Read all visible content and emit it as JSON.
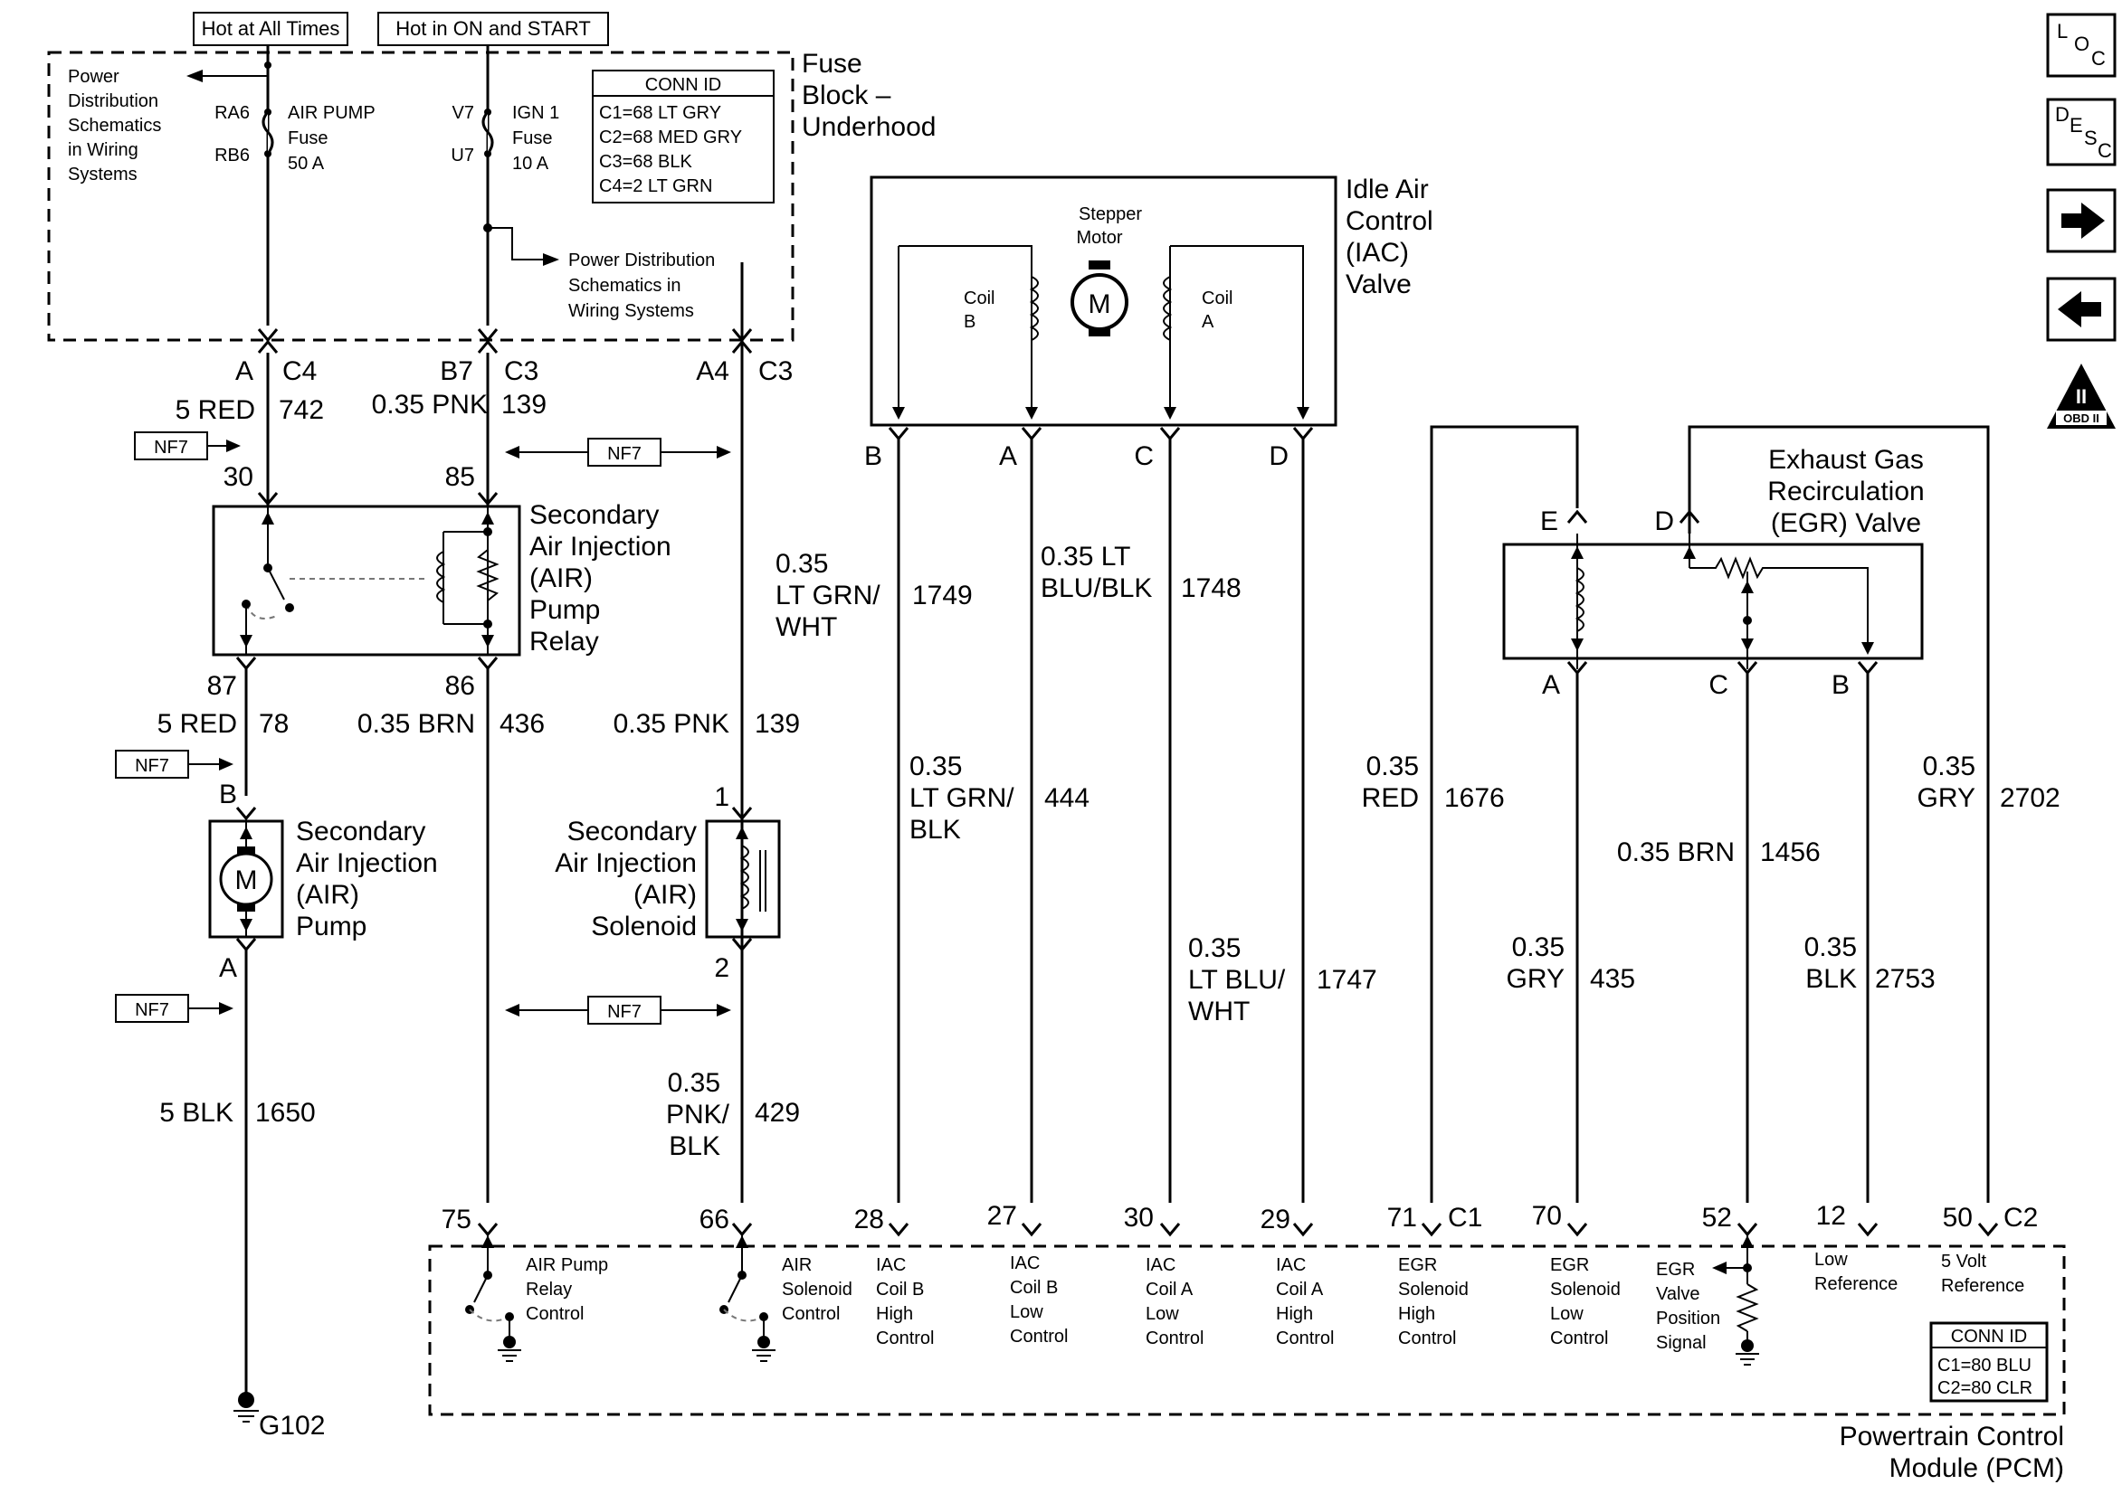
{
  "header": {
    "hot_at_all_times": "Hot at All Times",
    "hot_in_on_start": "Hot in ON and START"
  },
  "fuse_block": {
    "title_1": "Fuse",
    "title_2": "Block –",
    "title_3": "Underhood",
    "power_dist_left": [
      "Power",
      "Distribution",
      "Schematics",
      "in Wiring",
      "Systems"
    ],
    "power_dist_right": [
      "Power Distribution",
      "Schematics in",
      "Wiring Systems"
    ],
    "ra6": "RA6",
    "rb6": "RB6",
    "air_pump_fuse": [
      "AIR PUMP",
      "Fuse",
      "50 A"
    ],
    "v7": "V7",
    "u7": "U7",
    "ign1_fuse": [
      "IGN 1",
      "Fuse",
      "10 A"
    ],
    "conn_id": {
      "title": "CONN ID",
      "rows": [
        "C1=68 LT GRY",
        "C2=68 MED GRY",
        "C3=68 BLK",
        "C4=2 LT GRN"
      ]
    },
    "pins": {
      "a": "A",
      "c4": "C4",
      "b7": "B7",
      "c3a": "C3",
      "a4": "A4",
      "c3b": "C3"
    }
  },
  "wires": {
    "w742": {
      "gauge": "5 RED",
      "num": "742"
    },
    "w139a": {
      "gauge": "0.35 PNK",
      "num": "139"
    },
    "w78": {
      "gauge": "5 RED",
      "num": "78"
    },
    "w436": {
      "gauge": "0.35 BRN",
      "num": "436"
    },
    "w139b": {
      "gauge": "0.35 PNK",
      "num": "139"
    },
    "w1650": {
      "gauge": "5 BLK",
      "num": "1650"
    },
    "w429": {
      "gauge": [
        "0.35",
        "PNK/",
        "BLK"
      ],
      "num": "429"
    },
    "w1749": {
      "gauge": [
        "0.35",
        "LT GRN/",
        "WHT"
      ],
      "num": "1749"
    },
    "w1748": {
      "gauge": [
        "0.35 LT",
        "BLU/BLK"
      ],
      "num": "1748"
    },
    "w444": {
      "gauge": [
        "0.35",
        "LT GRN/",
        "BLK"
      ],
      "num": "444"
    },
    "w1747": {
      "gauge": [
        "0.35",
        "LT BLU/",
        "WHT"
      ],
      "num": "1747"
    },
    "w1676": {
      "gauge": [
        "0.35",
        "RED"
      ],
      "num": "1676"
    },
    "w1456": {
      "gauge": "0.35 BRN",
      "num": "1456"
    },
    "w435": {
      "gauge": [
        "0.35",
        "GRY"
      ],
      "num": "435"
    },
    "w2753": {
      "gauge": [
        "0.35",
        "BLK"
      ],
      "num": "2753"
    },
    "w2702": {
      "gauge": [
        "0.35",
        "GRY"
      ],
      "num": "2702"
    }
  },
  "nf7": "NF7",
  "relay": {
    "label": [
      "Secondary",
      "Air Injection",
      "(AIR)",
      "Pump",
      "Relay"
    ],
    "pins": {
      "p30": "30",
      "p85": "85",
      "p87": "87",
      "p86": "86"
    }
  },
  "pump": {
    "label": [
      "Secondary",
      "Air Injection",
      "(AIR)",
      "Pump"
    ],
    "motor": "M",
    "pins": {
      "b": "B",
      "a": "A"
    }
  },
  "solenoid": {
    "label": [
      "Secondary",
      "Air Injection",
      "(AIR)",
      "Solenoid"
    ],
    "pins": {
      "p1": "1",
      "p2": "2"
    }
  },
  "ground": "G102",
  "iac": {
    "label": [
      "Idle Air",
      "Control",
      "(IAC)",
      "Valve"
    ],
    "stepper": [
      "Stepper",
      "Motor"
    ],
    "motor": "M",
    "coil_b": [
      "Coil",
      "B"
    ],
    "coil_a": [
      "Coil",
      "A"
    ],
    "pins": {
      "b": "B",
      "a": "A",
      "c": "C",
      "d": "D"
    }
  },
  "egr": {
    "label": [
      "Exhaust Gas",
      "Recirculation",
      "(EGR) Valve"
    ],
    "pins": {
      "e": "E",
      "d": "D",
      "a": "A",
      "c": "C",
      "b": "B"
    }
  },
  "pcm": {
    "title": [
      "Powertrain Control",
      "Module (PCM)"
    ],
    "pins": {
      "p75": "75",
      "p66": "66",
      "p28": "28",
      "p27": "27",
      "p30": "30",
      "p29": "29",
      "p71": "71",
      "c1": "C1",
      "p70": "70",
      "p52": "52",
      "p12": "12",
      "p50": "50",
      "c2": "C2"
    },
    "labels": {
      "air_pump_relay": [
        "AIR Pump",
        "Relay",
        "Control"
      ],
      "air_solenoid": [
        "AIR",
        "Solenoid",
        "Control"
      ],
      "iac_b_high": [
        "IAC",
        "Coil B",
        "High",
        "Control"
      ],
      "iac_b_low": [
        "IAC",
        "Coil B",
        "Low",
        "Control"
      ],
      "iac_a_low": [
        "IAC",
        "Coil A",
        "Low",
        "Control"
      ],
      "iac_a_high": [
        "IAC",
        "Coil A",
        "High",
        "Control"
      ],
      "egr_sol_high": [
        "EGR",
        "Solenoid",
        "High",
        "Control"
      ],
      "egr_sol_low": [
        "EGR",
        "Solenoid",
        "Low",
        "Control"
      ],
      "egr_pos": [
        "EGR",
        "Valve",
        "Position",
        "Signal"
      ],
      "low_ref": [
        "Low",
        "Reference"
      ],
      "five_volt": [
        "5 Volt",
        "Reference"
      ]
    },
    "conn_id": {
      "title": "CONN ID",
      "rows": [
        "C1=80 BLU",
        "C2=80 CLR"
      ]
    }
  },
  "nav": {
    "loc": [
      "L",
      "O",
      "C"
    ],
    "desc": [
      "D",
      "E",
      "S",
      "C"
    ],
    "next_icon": "arrow-right-icon",
    "prev_icon": "arrow-left-icon",
    "obd": {
      "roman": "II",
      "text": "OBD II"
    }
  }
}
